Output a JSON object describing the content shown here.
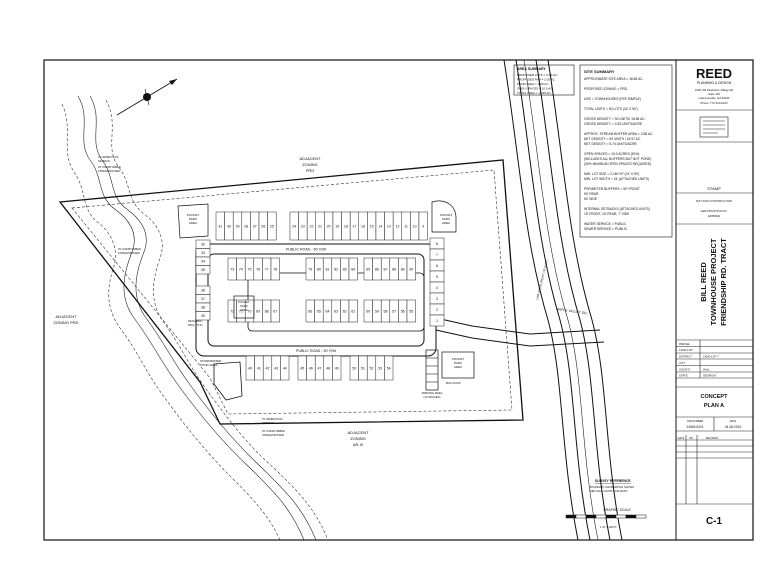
{
  "title_block": {
    "firm_name": "REED",
    "firm_sub": "PLANNING & DESIGN",
    "address": [
      "1000 Old Peachtree Village Rd",
      "Suite 120",
      "Lawrenceville, GA 30044"
    ],
    "phone": "Phone: 770-513-0123",
    "stamp_label": "STAMP",
    "cert_lines": [
      "NOT FOR CONSTRUCTION",
      "CERTIFICATION NO.",
      "EXPIRES"
    ],
    "project_lines": [
      "BILL REED",
      "TOWNHOUSE PROJECT",
      "FRIENDSHIP RD. TRACT"
    ],
    "info_rows": [
      {
        "label": "PARCEL",
        "value": ""
      },
      {
        "label": "LAND LOT",
        "value": ""
      },
      {
        "label": "DISTRICT",
        "value": "LAND LOT 7"
      },
      {
        "label": "CITY",
        "value": ""
      },
      {
        "label": "COUNTY",
        "value": "HALL"
      },
      {
        "label": "STATE",
        "value": "GEORGIA"
      }
    ],
    "sheet_title_lines": [
      "CONCEPT",
      "PLAN A"
    ],
    "job_label": "JOB NUMBER",
    "job_value": "24556-0001",
    "date_label": "DATE",
    "date_value": "04-08-2024",
    "rev_headers": [
      "DATE",
      "NO.",
      "REVISION"
    ],
    "sheet_number": "C-1"
  },
  "area_summary": {
    "title": "AREA SUMMARY",
    "rows": [
      "PROPOSED LOTS =   5.40 AC.",
      "PROPOSED R/W =    2.16 AC.",
      "POND AREA =       1.00 AC.",
      "OPEN SPACES =     10.0 AC.",
      "TOTAL AREA =      18.85 AC."
    ]
  },
  "site_summary": {
    "title": "SITE SUMMARY",
    "rows": [
      "APPROXIMATE SITE AREA = 18.85 AC.",
      "",
      "PROPOSED ZONING = PRD",
      "",
      "USE = TOWNHOUSES (FEE SIMPLE)",
      "",
      "TOTAL UNITS = 90 LOTS (24' X 50')",
      "",
      "GROSS DENSITY = 90 UNITS/ 18.85 AC.",
      "GROSS DENSITY = 4.93 UNITS/ACRE",
      "",
      "APPROX. STREAM BUFFER AREA = 2.88 AC.",
      "NET DENSITY = 90 UNITS / 15.97 AC.",
      "NET DENSITY = 5.74 UNITS/ACRE",
      "",
      "OPEN SPACES = 10.0 ACRES (53%)",
      "(INCLUDES ALL BUFFERS BUT NOT POND)",
      "(30% MINIMUM OPEN SPACES REQUIRED)",
      "",
      "MIN. LOT SIZE = 2,160 SF (24' X 90')",
      "MIN. LOT WIDTH = 24' (ATTACHED UNITS)",
      "",
      "PERIMETER BUFFERS =    50' FRONT",
      "                        50' REAR",
      "                        50' SIDE",
      "",
      "INTERNAL SETBACKS (ATTACHED UNITS)",
      "15' FRONT,  15' REAR,  7' SIDE",
      "",
      "WATER SERVICE = PUBLIC",
      "SEWER SERVICE = PUBLIC"
    ]
  },
  "plan_labels": {
    "adj_north": [
      "ADJACENT",
      "ZONING",
      "PRD"
    ],
    "adj_west": [
      "ADJACENT",
      "ZONING PRD"
    ],
    "adj_south": [
      "ADJACENT",
      "ZONING",
      "AR-III"
    ],
    "road_north": "PUBLIC ROAD - 50' R/W",
    "road_south": "PUBLIC ROAD - 50' R/W",
    "maple_valley": "MAPLE VALLEY DR.",
    "highway": "LINK ROAD (RIGHT OF WAY)",
    "pocket_park_nw": [
      "POCKET",
      "PARK",
      "AREA"
    ],
    "pocket_park_ne": [
      "POCKET",
      "PARK",
      "AREA"
    ],
    "pocket_park_mid": [
      "POCKET",
      "PARK",
      "AREA"
    ],
    "pocket_park_se": [
      "POCKET",
      "PARK",
      "AREA"
    ],
    "stormwater": [
      "STORMWATER",
      "POND AREA"
    ],
    "parking": [
      "PARKING AREA",
      "(10 SPACES)"
    ],
    "mail_kiosk": "MAIL KIOSK",
    "retaining_wall": [
      "RETAINING",
      "WALL (TYP.)"
    ],
    "stream_buffer": [
      "25' UNDISTURBED",
      "STREAM BUFFER"
    ],
    "impervious": [
      "75' IMPERVIOUS",
      "SETBACK"
    ],
    "survey_ref_title": "SURVEY REFERENCE",
    "survey_ref_lines": [
      "BOUNDARY INFORMATION SHOWN",
      "PER HALL COUNTY GIS MAPS"
    ],
    "graphic_scale": "GRAPHIC SCALE",
    "scale_note": "1 IN. = 100 FT."
  },
  "lots": {
    "top_row": [
      "31",
      "30",
      "29",
      "28",
      "27",
      "26",
      "25",
      "",
      "24",
      "23",
      "22",
      "21",
      "20",
      "19",
      "18",
      "17",
      "16",
      "15",
      "14",
      "13",
      "12",
      "11",
      "10",
      "9"
    ],
    "left_top": [
      "32",
      "33",
      "34",
      "35"
    ],
    "left_bot": [
      "36",
      "37",
      "38",
      "39"
    ],
    "inner_top": [
      "73",
      "74",
      "75",
      "76",
      "77",
      "78",
      "79",
      "80",
      "81",
      "82",
      "83",
      "84",
      "85",
      "86",
      "87",
      "88",
      "89",
      "90"
    ],
    "inner_bot": [
      "72",
      "71",
      "70",
      "69",
      "68",
      "67",
      "66",
      "65",
      "64",
      "63",
      "62",
      "61",
      "60",
      "59",
      "58",
      "57",
      "56",
      "55"
    ],
    "right_col": [
      "8",
      "7",
      "6",
      "5",
      "4",
      "3",
      "2",
      "1"
    ],
    "bottom_row": [
      "40",
      "41",
      "42",
      "43",
      "44",
      "45",
      "46",
      "47",
      "48",
      "49",
      "50",
      "51",
      "52",
      "53",
      "54"
    ]
  },
  "colors": {
    "line": "#111111",
    "paper": "#ffffff"
  }
}
